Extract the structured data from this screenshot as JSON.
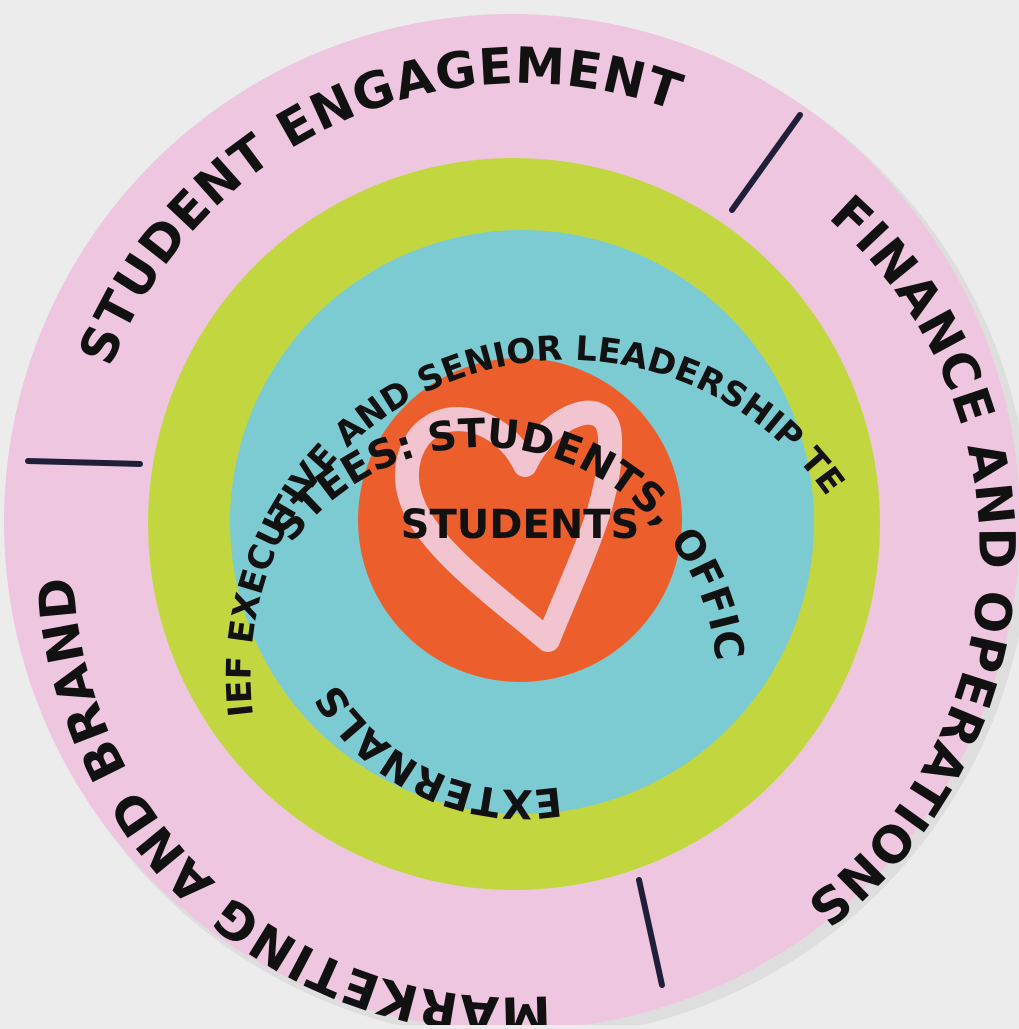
{
  "colors": {
    "background": "#ececec",
    "outer_ring": "#efc6df",
    "green_ring": "#c2d640",
    "blue_ring": "#7ccbd3",
    "center": "#ec5f2c",
    "heart": "#f2c9d9",
    "text": "#111111",
    "divider": "#1f1f3a"
  },
  "outer_ring": {
    "top_left": "STUDENT ENGAGEMENT",
    "right": "FINANCE AND OPERATIONS",
    "bottom_left": "MARKETING AND BRAND"
  },
  "green_ring": {
    "label": "CHIEF EXECUTIVE AND SENIOR LEADERSHIP TEAM"
  },
  "blue_ring": {
    "upper": "TRUSTEES: STUDENTS, OFFICERS,",
    "lower": "EXTERNALS"
  },
  "center": {
    "label": "STUDENTS",
    "icon": "heart-icon"
  }
}
